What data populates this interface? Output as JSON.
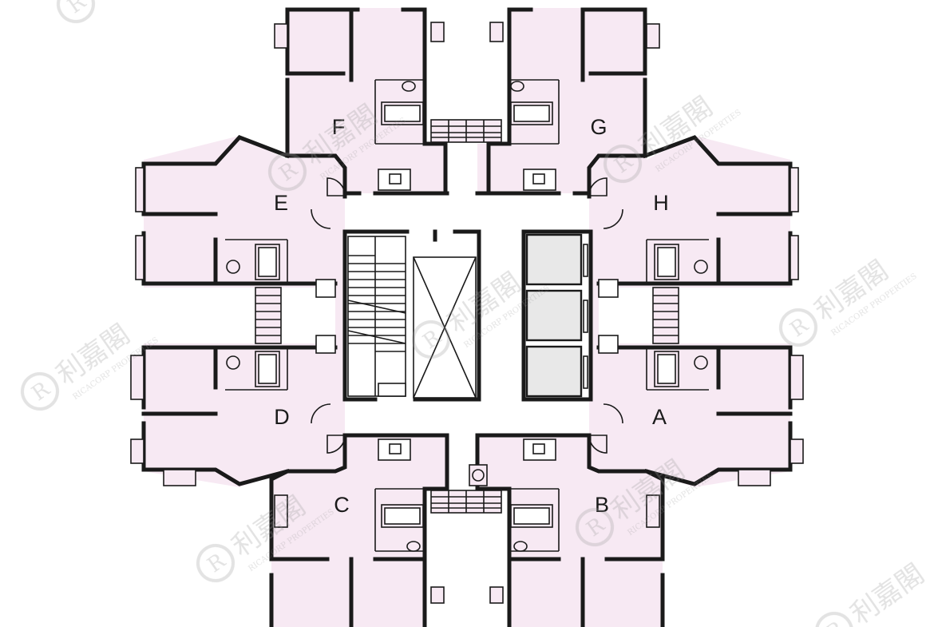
{
  "units": [
    {
      "id": "A",
      "label": "A"
    },
    {
      "id": "B",
      "label": "B"
    },
    {
      "id": "C",
      "label": "C"
    },
    {
      "id": "D",
      "label": "D"
    },
    {
      "id": "E",
      "label": "E"
    },
    {
      "id": "F",
      "label": "F"
    },
    {
      "id": "G",
      "label": "G"
    },
    {
      "id": "H",
      "label": "H"
    }
  ],
  "watermark": {
    "brand_cn": "利嘉閣",
    "brand_en": "RICACORP PROPERTIES",
    "logo_letter": "R"
  },
  "colors": {
    "flat_fill": "#f7e9f3",
    "wall": "#1a1a1a",
    "background": "#ffffff",
    "watermark": "#9a9a9a"
  }
}
